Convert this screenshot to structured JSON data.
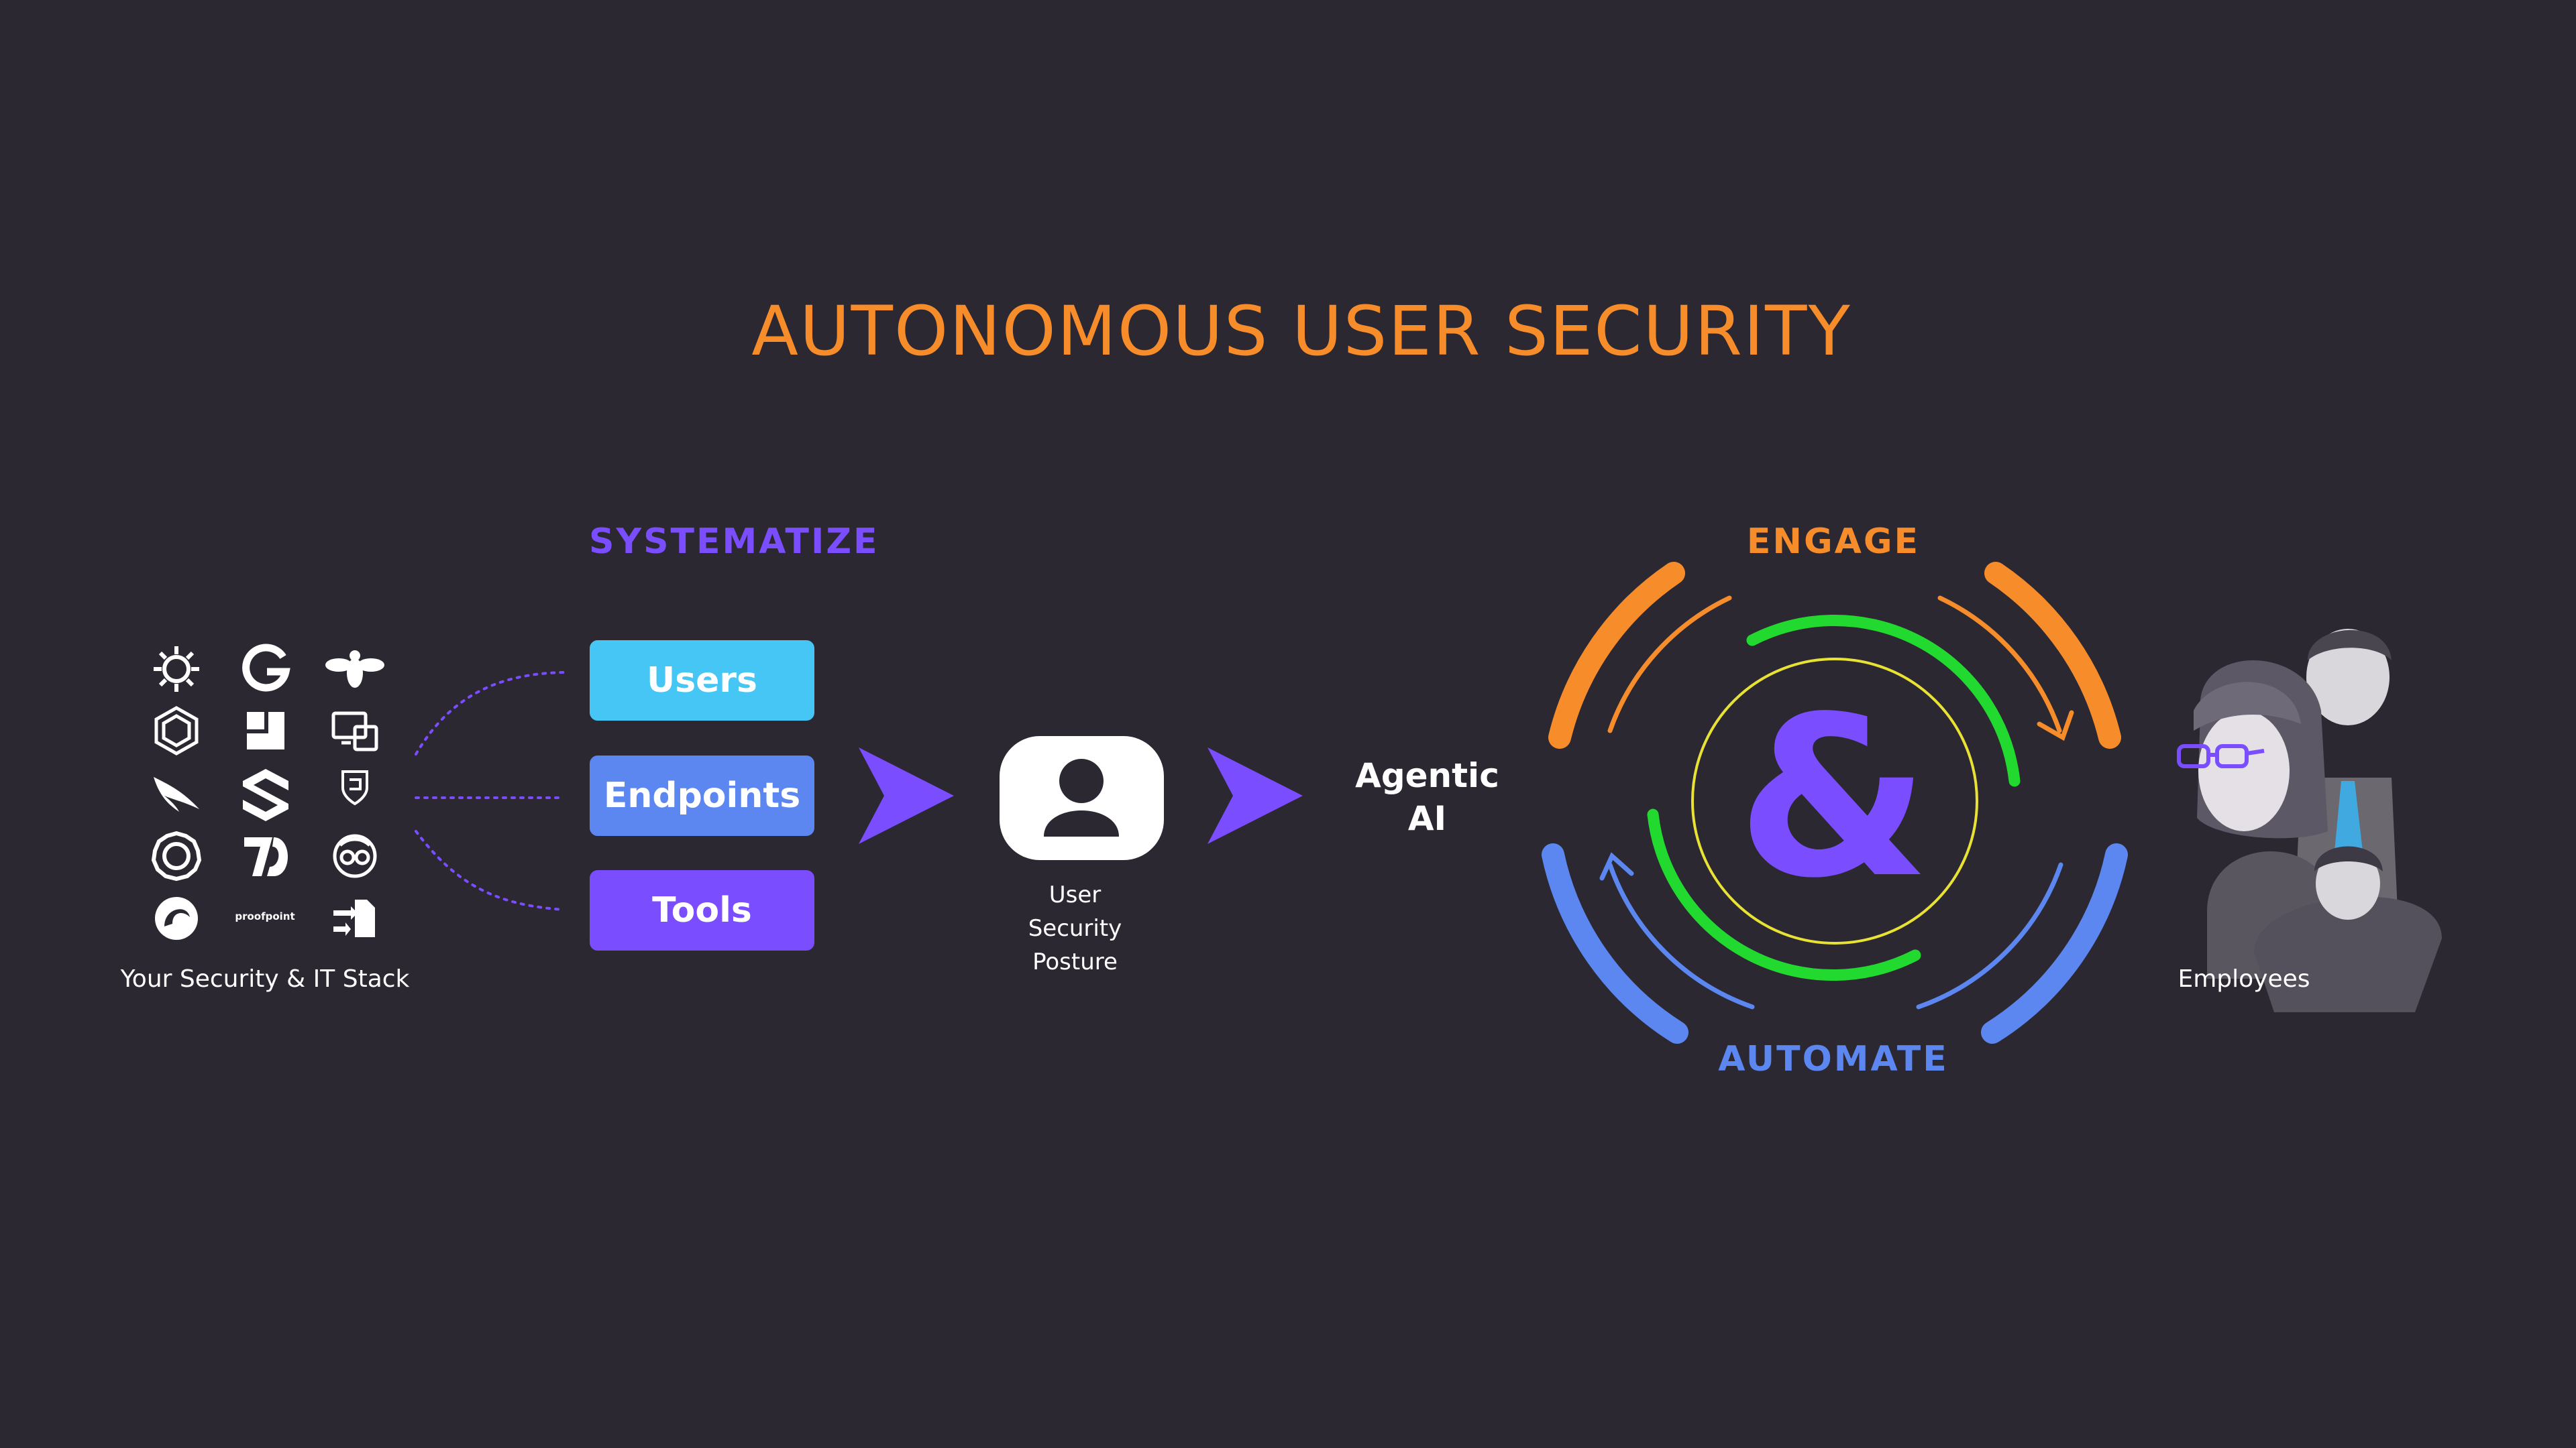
{
  "title": "AUTONOMOUS USER SECURITY",
  "left": {
    "caption": "Your Security & IT Stack",
    "logo_icons": [
      "sunburst-logo-icon",
      "google-g-logo-icon",
      "bee-logo-icon",
      "hexagon-logo-icon",
      "bracket-blocks-logo-icon",
      "devices-logo-icon",
      "falcon-logo-icon",
      "stacked-s-logo-icon",
      "vmware-carbon-black-shield-icon",
      "star-polygon-logo-icon",
      "seven-d-logo-icon",
      "glasses-face-logo-icon",
      "circle-swoosh-logo-icon",
      "proofpoint-logo-icon",
      "file-transfer-logo-icon"
    ],
    "proofpoint_text": "proofpoint"
  },
  "systematize": {
    "label": "SYSTEMATIZE",
    "items": [
      {
        "label": "Users",
        "color": "#46c6f5"
      },
      {
        "label": "Endpoints",
        "color": "#5c86f0"
      },
      {
        "label": "Tools",
        "color": "#7a4dff"
      }
    ]
  },
  "posture": {
    "icon": "user-icon",
    "caption": "User\nSecurity\nPosture"
  },
  "agentic": {
    "line1": "Agentic",
    "line2": "AI"
  },
  "cycle": {
    "top_label": "ENGAGE",
    "bottom_label": "AUTOMATE",
    "center_symbol": "&",
    "colors": {
      "engage": "#f78c2b",
      "automate": "#5c86f0",
      "inner": "#22d92f",
      "core": "#e8e234",
      "accent": "#7a4dff"
    }
  },
  "employees": {
    "caption": "Employees"
  }
}
